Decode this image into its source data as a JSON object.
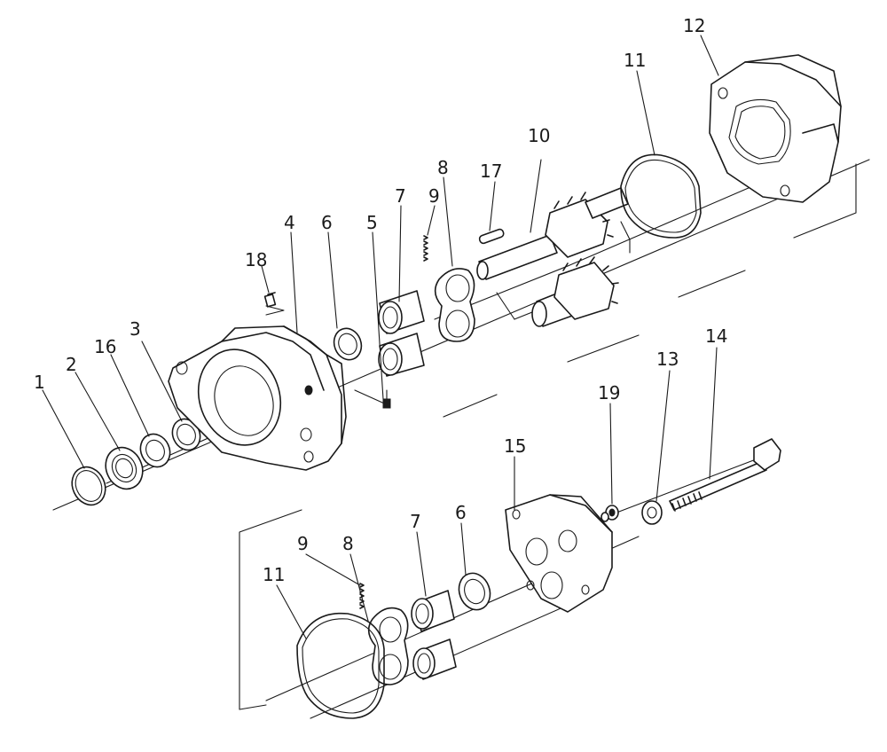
{
  "callouts": {
    "c1": "1",
    "c2": "2",
    "c3": "3",
    "c4": "4",
    "c5": "5",
    "c6a": "6",
    "c6b": "6",
    "c7a": "7",
    "c7b": "7",
    "c8a": "8",
    "c8b": "8",
    "c9a": "9",
    "c9b": "9",
    "c10": "10",
    "c11a": "11",
    "c11b": "11",
    "c12": "12",
    "c13": "13",
    "c14": "14",
    "c15": "15",
    "c16": "16",
    "c17": "17",
    "c18": "18",
    "c19": "19"
  }
}
